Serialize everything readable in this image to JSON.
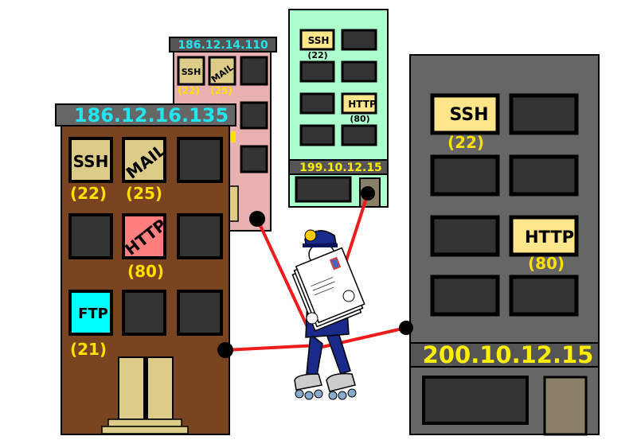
{
  "colors": {
    "wire": "#ee1c1c",
    "ip_cyan": "#22e5f0",
    "ip_yellow": "#ffee00",
    "port_yellow": "#ffe000",
    "brown": "#7a4420",
    "pink": "#e8b0b0",
    "mint": "#aaffcc",
    "gray": "#666666",
    "window": "#333333",
    "service_tan": "#ddcc88",
    "http_red": "#ff7f7f",
    "ftp_cyan": "#00ffff",
    "ssh_yellow": "#ffe68a"
  },
  "buildings": {
    "brown": {
      "ip": "186.12.16.135",
      "services": [
        {
          "label": "SSH",
          "port": "(22)"
        },
        {
          "label": "MAIL",
          "port": "(25)"
        },
        {
          "label": "HTTP",
          "port": "(80)"
        },
        {
          "label": "FTP",
          "port": "(21)"
        }
      ]
    },
    "pink": {
      "ip": "186.12.14.110",
      "services": [
        {
          "label": "SSH",
          "port": "(22)"
        },
        {
          "label": "MAIL",
          "port": "(25)"
        }
      ]
    },
    "mint": {
      "ip": "199.10.12.15",
      "services": [
        {
          "label": "SSH",
          "port": "(22)"
        },
        {
          "label": "HTTP",
          "port": "(80)"
        }
      ]
    },
    "gray": {
      "ip": "200.10.12.15",
      "services": [
        {
          "label": "SSH",
          "port": "(22)"
        },
        {
          "label": "HTTP",
          "port": "(80)"
        }
      ]
    }
  },
  "icons": {
    "mail_carrier": "mailman-on-rollerskates-icon"
  }
}
